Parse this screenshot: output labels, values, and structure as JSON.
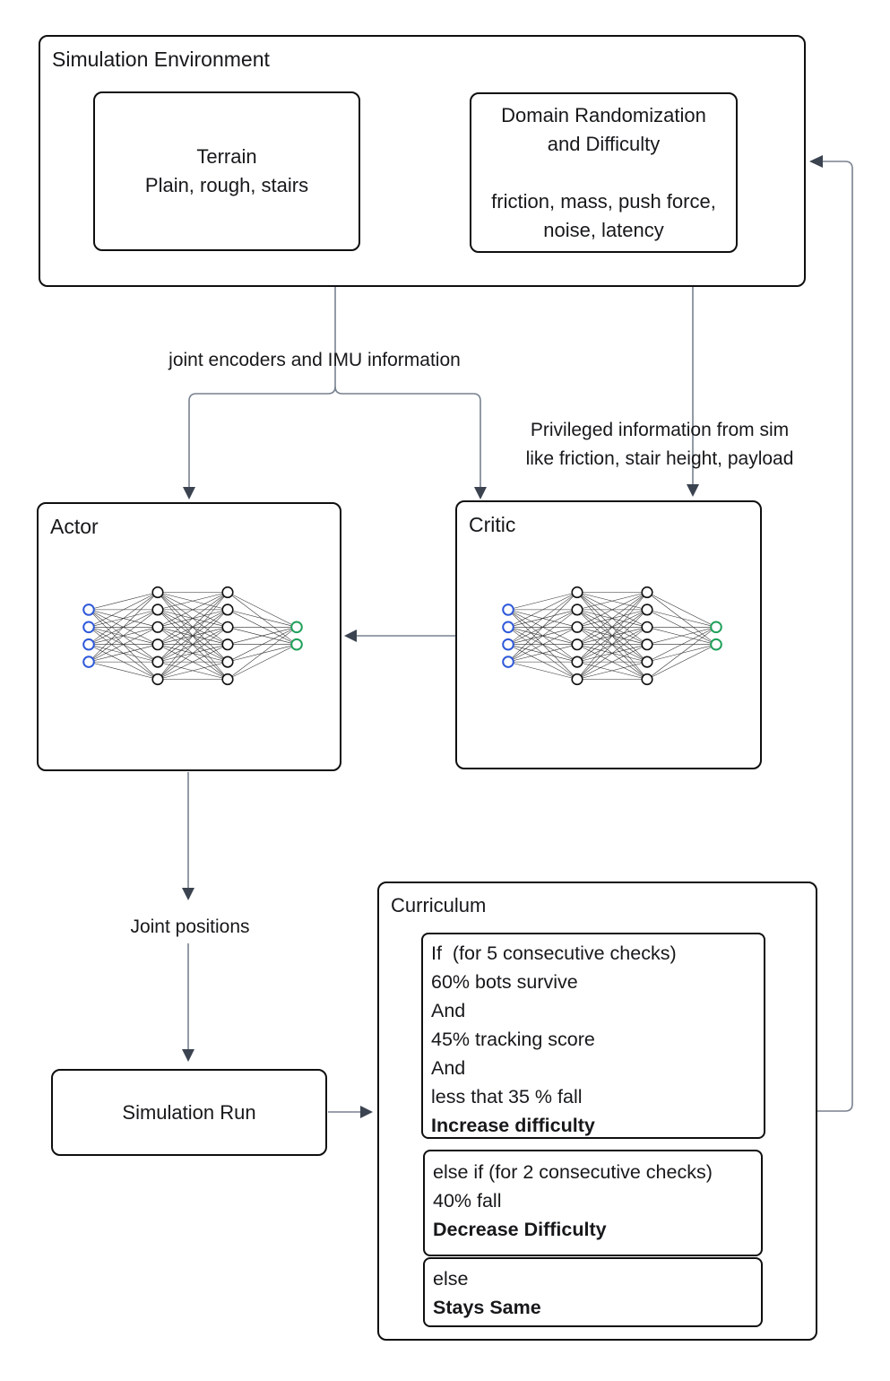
{
  "colors": {
    "box_border": "#0f0f0f",
    "connector_line": "#78818f",
    "arrowhead": "#3b4350",
    "text": "#17181a",
    "background": "#ffffff"
  },
  "sim_env": {
    "title": "Simulation Environment",
    "terrain": {
      "title": "Terrain",
      "subtitle": "Plain, rough, stairs"
    },
    "domain_rand": {
      "line1": "Domain Randomization",
      "line2": "and Difficulty",
      "line3": "friction, mass, push force,",
      "line4": "noise, latency"
    }
  },
  "edges": {
    "joint_encoders": "joint encoders and IMU information",
    "privileged_line1": "Privileged information from sim",
    "privileged_line2": "like friction, stair height, payload",
    "joint_positions": "Joint positions"
  },
  "actor": {
    "title": "Actor"
  },
  "critic": {
    "title": "Critic"
  },
  "sim_run": {
    "title": "Simulation Run"
  },
  "curriculum": {
    "title": "Curriculum",
    "if_box": {
      "l1": "If  (for 5 consecutive checks)",
      "l2": "60% bots survive",
      "l3": "And",
      "l4": "45% tracking score",
      "l5": "And",
      "l6": "less that 35 % fall",
      "action": "Increase difficulty"
    },
    "elseif_box": {
      "l1": "else if (for 2 consecutive checks)",
      "l2": "40% fall",
      "action": "Decrease Difficulty"
    },
    "else_box": {
      "l1": "else",
      "action": "Stays Same"
    }
  },
  "neural_network": {
    "layers": [
      4,
      6,
      6,
      2
    ],
    "input_node_color": "#2e59d9",
    "hidden_node_color": "#ffffff",
    "output_node_color": "#1fa05a",
    "edge_color": "#2b2b2b"
  }
}
